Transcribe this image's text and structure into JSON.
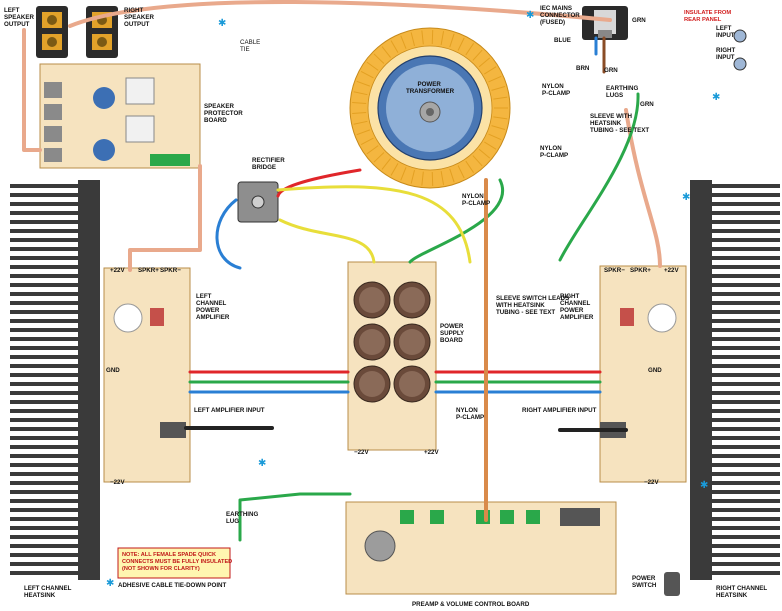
{
  "labels": {
    "left_speaker_output": [
      "LEFT",
      "SPEAKER",
      "OUTPUT"
    ],
    "right_speaker_output": [
      "RIGHT",
      "SPEAKER",
      "OUTPUT"
    ],
    "cable_tie": [
      "CABLE",
      "TIE"
    ],
    "iec_connector": [
      "IEC MAINS",
      "CONNECTOR",
      "(FUSED)"
    ],
    "insulate_note": [
      "INSULATE FROM",
      "REAR PANEL"
    ],
    "left_input": [
      "LEFT",
      "INPUT"
    ],
    "right_input": [
      "RIGHT",
      "INPUT"
    ],
    "speaker_protector": [
      "SPEAKER",
      "PROTECTOR",
      "BOARD"
    ],
    "power_transformer": [
      "POWER",
      "TRANSFORMER"
    ],
    "earthing_lugs": [
      "EARTHING",
      "LUGS"
    ],
    "nylon_pclamp": [
      "NYLON",
      "P-CLAMP"
    ],
    "sleeve_note": [
      "SLEEVE WITH",
      "HEATSINK",
      "TUBING - SEE TEXT"
    ],
    "rectifier_bridge": [
      "RECTIFIER",
      "BRIDGE"
    ],
    "power_supply_board": [
      "POWER",
      "SUPPLY",
      "BOARD"
    ],
    "sleeve_switch": [
      "SLEEVE SWITCH LEADS",
      "WITH HEATSINK",
      "TUBING - SEE TEXT"
    ],
    "left_amp": [
      "LEFT",
      "CHANNEL",
      "POWER",
      "AMPLIFIER"
    ],
    "right_amp": [
      "RIGHT",
      "CHANNEL",
      "POWER",
      "AMPLIFIER"
    ],
    "left_amp_input": "LEFT AMPLIFIER INPUT",
    "right_amp_input": "RIGHT AMPLIFIER INPUT",
    "earthing_lug": [
      "EARTHING",
      "LUG"
    ],
    "note": [
      "NOTE: ALL FEMALE SPADE QUICK",
      "CONNECTS MUST BE FULLY INSULATED",
      "(NOT SHOWN FOR CLARITY)"
    ],
    "adhesive": "ADHESIVE CABLE TIE-DOWN POINT",
    "left_heatsink": [
      "LEFT CHANNEL",
      "HEATSINK"
    ],
    "right_heatsink": [
      "RIGHT CHANNEL",
      "HEATSINK"
    ],
    "preamp_board": "PREAMP & VOLUME CONTROL BOARD",
    "power_switch": [
      "POWER",
      "SWITCH"
    ],
    "blue": "BLUE",
    "brn": "BRN",
    "grn": "GRN",
    "gnd": "GND",
    "p22v": "+22V",
    "m22v": "−22V",
    "spkr_plus": "SPKR+",
    "spkr_minus": "SPKR−",
    "asterisk": "✱"
  },
  "colors": {
    "red_wire": "#e0262a",
    "blue_wire": "#2a7fd4",
    "green_wire": "#2aa84a",
    "yellow_wire": "#e8de3a",
    "orange_sleeve": "#d98a4a",
    "speaker_cable": "#e9a98c",
    "heatsink": "#3a3a3a",
    "board": "#f6e3bf",
    "cap": "#6a4a3a",
    "marker": "#1a9ad8"
  }
}
